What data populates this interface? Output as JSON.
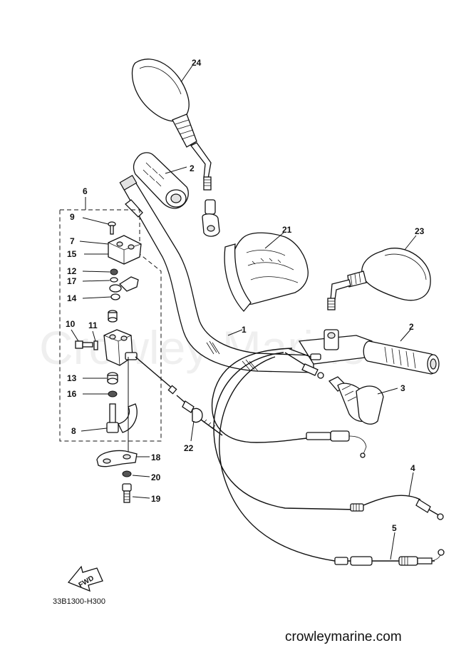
{
  "diagram": {
    "watermark": "Crowley Marine",
    "drawing_code": "33B1300-H300",
    "site": "crowleymarine.com",
    "fwd_label": "FWD",
    "callouts": {
      "p24": "24",
      "p2a": "2",
      "p6": "6",
      "p9": "9",
      "p7": "7",
      "p15": "15",
      "p12": "12",
      "p17": "17",
      "p14": "14",
      "p10": "10",
      "p11": "11",
      "p13": "13",
      "p16": "16",
      "p8": "8",
      "p18": "18",
      "p20": "20",
      "p19": "19",
      "p21": "21",
      "p23": "23",
      "p1": "1",
      "p2b": "2",
      "p3": "3",
      "p22": "22",
      "p4": "4",
      "p5": "5"
    }
  }
}
